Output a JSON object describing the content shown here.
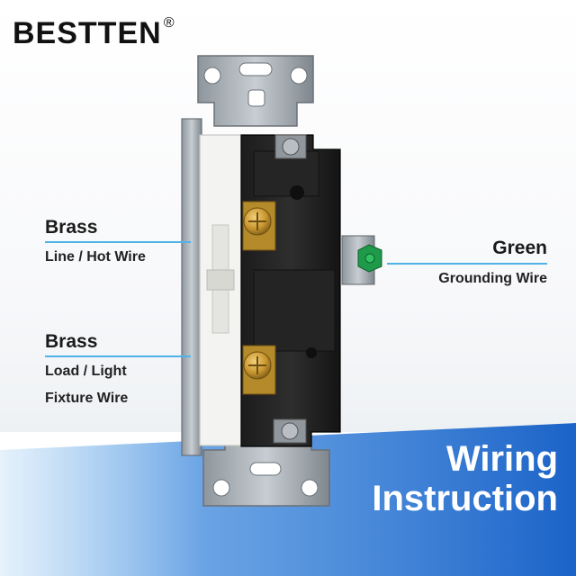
{
  "brand": {
    "name": "BESTTEN",
    "mark": "®"
  },
  "labels": {
    "line_title": "Brass",
    "line_sub": "Line / Hot Wire",
    "load_title": "Brass",
    "load_sub1": "Load / Light",
    "load_sub2": "Fixture Wire",
    "ground_title": "Green",
    "ground_sub": "Grounding Wire"
  },
  "banner": {
    "line1": "Wiring",
    "line2": "Instruction"
  },
  "colors": {
    "banner_blue": "#1f6fd0",
    "leader_blue": "#4fb3e8",
    "brass": "#c9962e",
    "ground_green": "#1f9a4a"
  }
}
